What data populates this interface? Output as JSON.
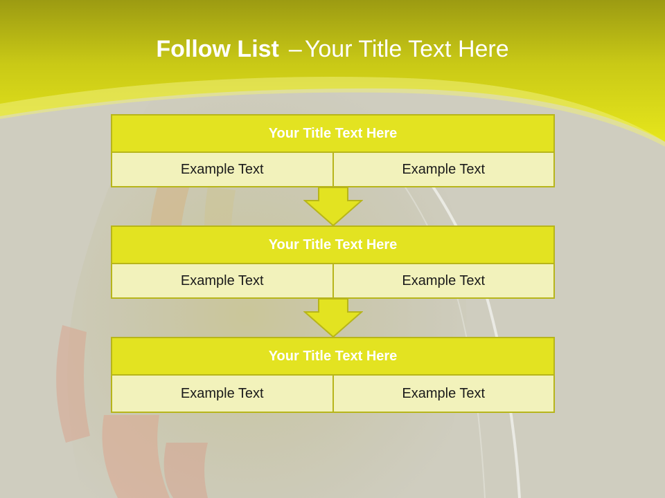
{
  "slide": {
    "title_bold": "Follow List",
    "title_separator": "–",
    "title_rest": "Your Title Text Here"
  },
  "blocks": [
    {
      "title": "Your Title Text Here",
      "left_text": "Example Text",
      "right_text": "Example Text"
    },
    {
      "title": "Your Title Text Here",
      "left_text": "Example Text",
      "right_text": "Example Text"
    },
    {
      "title": "Your Title Text Here",
      "left_text": "Example Text",
      "right_text": "Example Text"
    }
  ],
  "colors": {
    "header_band": "#e3e321",
    "block_title_fill": "#e3e321",
    "block_cell_fill": "#f2f2bb",
    "border": "#b7b51a",
    "background": "#cfcdbf"
  }
}
